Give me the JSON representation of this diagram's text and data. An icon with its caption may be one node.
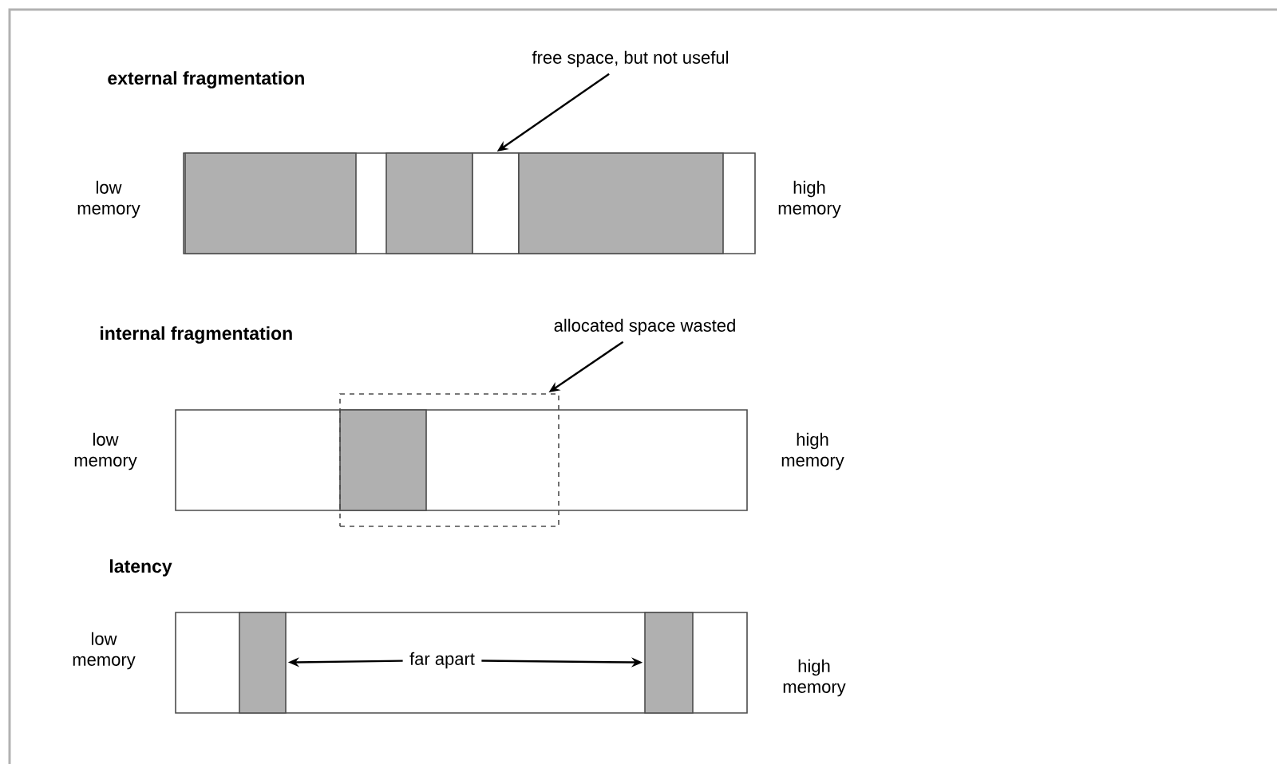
{
  "diagram": {
    "nodes": [
      {
        "text": [
          "external fragmentation"
        ],
        "beside": [
          "low memory",
          "high memory"
        ]
      },
      {
        "text": [],
        "shape": "box",
        "in": 0
      },
      {
        "text": [],
        "shape": "box",
        "in": 0
      },
      {
        "text": [],
        "shape": "box",
        "in": 0
      },
      {
        "text": [],
        "shape": "box",
        "in": 0
      },
      {
        "text": [
          "free space, but not useful"
        ]
      },
      {
        "text": [
          "internal fragmentation"
        ],
        "beside": [
          "low memory",
          "high memory"
        ]
      },
      {
        "text": [],
        "shape": "box"
      },
      {
        "text": [],
        "shape": "box"
      },
      {
        "text": [
          "allocated space wasted"
        ]
      },
      {
        "text": [
          "latency"
        ],
        "beside": [
          "low memory",
          "high memory"
        ]
      },
      {
        "text": [],
        "shape": "box",
        "in": 10
      },
      {
        "text": [
          "far apart"
        ],
        "in": 10
      },
      {
        "text": [],
        "shape": "box",
        "in": 10
      }
    ],
    "edges": [
      {
        "from": 5,
        "to": 3,
        "arrow": "to"
      },
      {
        "from": 9,
        "to": 8,
        "arrow": "to"
      },
      {
        "from": 12,
        "to": 11,
        "arrow": "to"
      },
      {
        "from": 12,
        "to": 13,
        "arrow": "to"
      }
    ]
  }
}
